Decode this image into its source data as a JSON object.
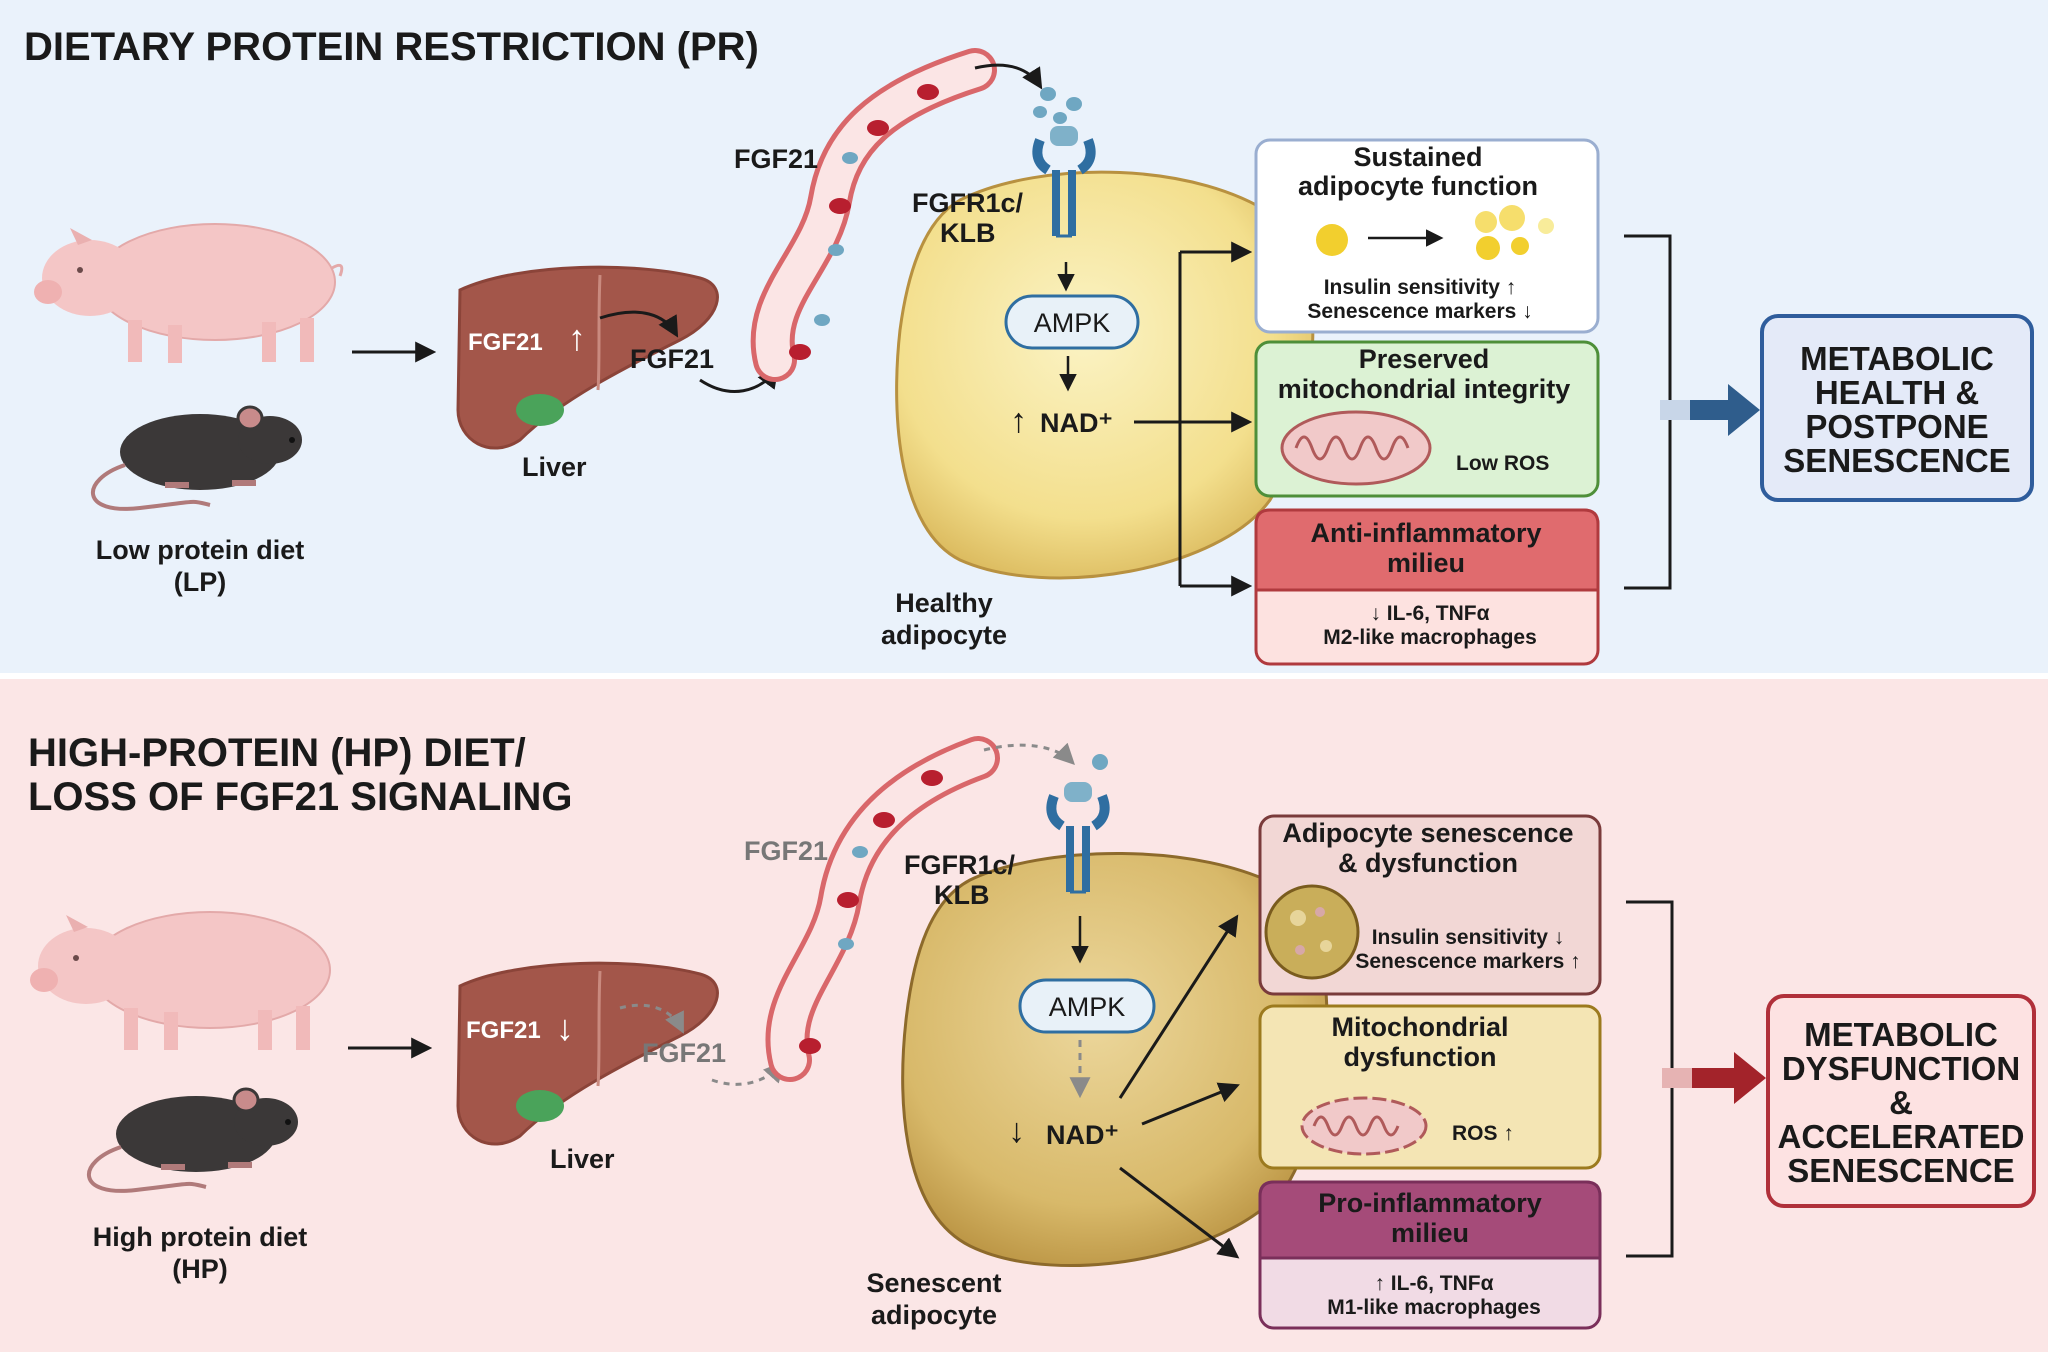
{
  "colors": {
    "top_background": "#eaf2fb",
    "bottom_background": "#fbe6e6",
    "top_outcome_accent": "#2f5d8c",
    "bottom_outcome_accent": "#a3232a"
  },
  "icons": [
    "pig-icon",
    "mouse-icon",
    "liver-icon",
    "blood-vessel-icon",
    "fgfr1c-klb-receptor-icon",
    "mitochondrion-icon",
    "lipid-droplet-icon",
    "senescent-cell-icon"
  ],
  "top": {
    "title": "DIETARY PROTEIN RESTRICTION (PR)",
    "diet_label": [
      "Low protein diet",
      "(LP)"
    ],
    "liver_hormone": "FGF21",
    "liver_change": "↑",
    "secreted_label": "FGF21",
    "liver_label": "Liver",
    "vessel_label": "FGF21",
    "receptor_label": [
      "FGFR1c/",
      "KLB"
    ],
    "ampk": "AMPK",
    "nad_change": "↑",
    "nad": "NAD⁺",
    "cell_label": [
      "Healthy",
      "adipocyte"
    ],
    "boxes": [
      {
        "title": [
          "Sustained",
          "adipocyte function"
        ],
        "details": [
          "Insulin sensitivity ↑",
          "Senescence markers ↓"
        ]
      },
      {
        "title": [
          "Preserved",
          "mitochondrial integrity"
        ],
        "details": [
          "Low ROS"
        ]
      },
      {
        "title": [
          "Anti-inflammatory",
          "milieu"
        ],
        "details": [
          "↓ IL-6, TNFα",
          "M2-like macrophages"
        ]
      }
    ],
    "outcome": [
      "METABOLIC",
      "HEALTH &",
      "POSTPONE",
      "SENESCENCE"
    ]
  },
  "bottom": {
    "title": [
      "HIGH-PROTEIN (HP) DIET/",
      "LOSS OF FGF21 SIGNALING"
    ],
    "diet_label": [
      "High protein diet",
      "(HP)"
    ],
    "liver_hormone": "FGF21",
    "liver_change": "↓",
    "secreted_label": "FGF21",
    "liver_label": "Liver",
    "vessel_label": "FGF21",
    "receptor_label": [
      "FGFR1c/",
      "KLB"
    ],
    "ampk": "AMPK",
    "nad_change": "↓",
    "nad": "NAD⁺",
    "cell_label": [
      "Senescent",
      "adipocyte"
    ],
    "boxes": [
      {
        "title": [
          "Adipocyte senescence",
          "& dysfunction"
        ],
        "details": [
          "Insulin sensitivity ↓",
          "Senescence markers ↑"
        ]
      },
      {
        "title": [
          "Mitochondrial",
          "dysfunction"
        ],
        "details": [
          "ROS ↑"
        ]
      },
      {
        "title": [
          "Pro-inflammatory",
          "milieu"
        ],
        "details": [
          "↑ IL-6, TNFα",
          "M1-like macrophages"
        ]
      }
    ],
    "outcome": [
      "METABOLIC",
      "DYSFUNCTION",
      "&",
      "ACCELERATED",
      "SENESCENCE"
    ]
  }
}
